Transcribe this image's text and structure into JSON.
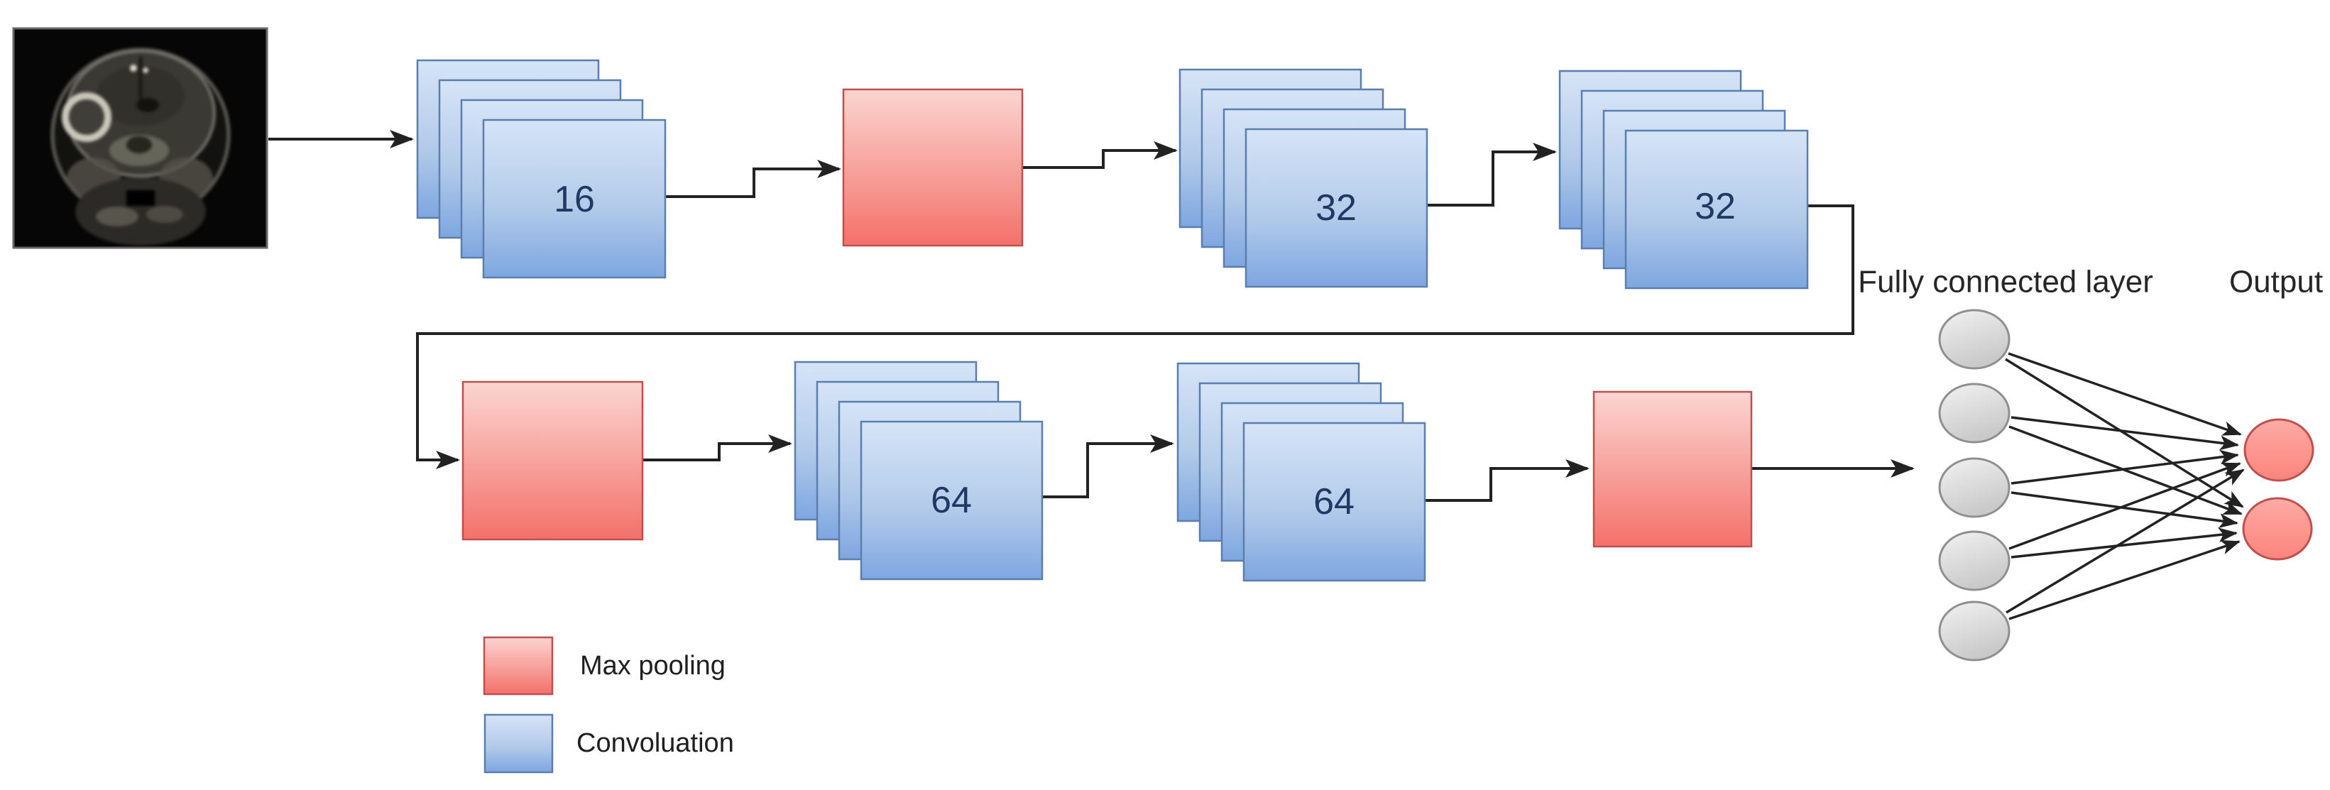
{
  "diagram": {
    "input": {
      "icon": "brain-mri-image"
    },
    "conv_layers": [
      {
        "label": "16"
      },
      {
        "label": "32"
      },
      {
        "label": "32"
      },
      {
        "label": "64"
      },
      {
        "label": "64"
      }
    ],
    "fc_label": "Fully connected layer",
    "output_label": "Output",
    "fc_neuron_count": 5,
    "output_neuron_count": 2,
    "legend": [
      {
        "label": "Max pooling",
        "color": "#f3716a"
      },
      {
        "label": "Convoluation",
        "color": "#8ab3e4"
      }
    ],
    "colors": {
      "convolution_fill_top": "#d6e4f7",
      "convolution_fill_bottom": "#7ea6e0",
      "convolution_stroke": "#5a7fae",
      "pooling_fill_top": "#fbd5d1",
      "pooling_fill_bottom": "#f3716a",
      "pooling_stroke": "#c0504d",
      "fc_neuron_fill": "#dcdcdc",
      "fc_neuron_stroke": "#8f8f8f",
      "output_neuron_fill": "#fb938c",
      "output_neuron_stroke": "#c0504d",
      "connector": "#222222"
    }
  }
}
